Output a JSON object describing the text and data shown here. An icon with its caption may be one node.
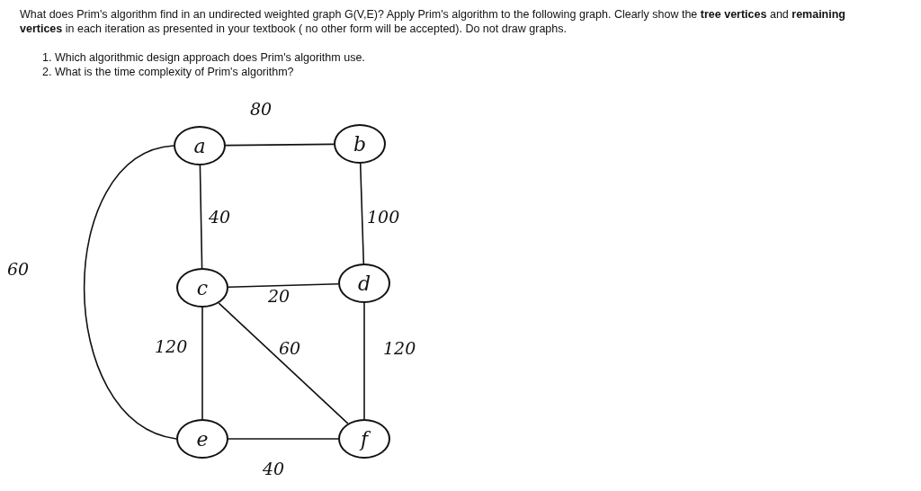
{
  "diagram": {
    "title": "What does Prim's algorithm find in an undirected weighted graph G(V,E)? Apply Prim's algorithm to the following graph. Clearly show the **tree vertices** and **remaining vertices** in each iteration as presented in your textbook ( no other form will be accepted). Do not draw graphs.",
    "nodes": [
      {
        "text": [
          "a"
        ]
      },
      {
        "text": [
          "b"
        ]
      },
      {
        "text": [
          "c"
        ]
      },
      {
        "text": [
          "d"
        ]
      },
      {
        "text": [
          "e"
        ]
      },
      {
        "text": [
          "f"
        ]
      }
    ],
    "edges": [
      {
        "from": 0,
        "to": 1,
        "arrow": "none",
        "label": "80"
      },
      {
        "from": 0,
        "to": 2,
        "arrow": "none",
        "label": "40"
      },
      {
        "from": 1,
        "to": 3,
        "arrow": "none",
        "label": "100"
      },
      {
        "from": 0,
        "to": 4,
        "arrow": "none",
        "label": "60"
      },
      {
        "from": 2,
        "to": 3,
        "arrow": "none",
        "label": "20"
      },
      {
        "from": 2,
        "to": 4,
        "arrow": "none",
        "label": "120"
      },
      {
        "from": 2,
        "to": 5,
        "arrow": "none",
        "label": "60"
      },
      {
        "from": 3,
        "to": 5,
        "arrow": "none",
        "label": "120"
      },
      {
        "from": 4,
        "to": 5,
        "arrow": "none",
        "label": "40"
      }
    ],
    "labels": [
      "1. Which algorithmic design approach does Prim's algorithm use.",
      "2. What is the time complexity of Prim's algorithm?"
    ]
  }
}
